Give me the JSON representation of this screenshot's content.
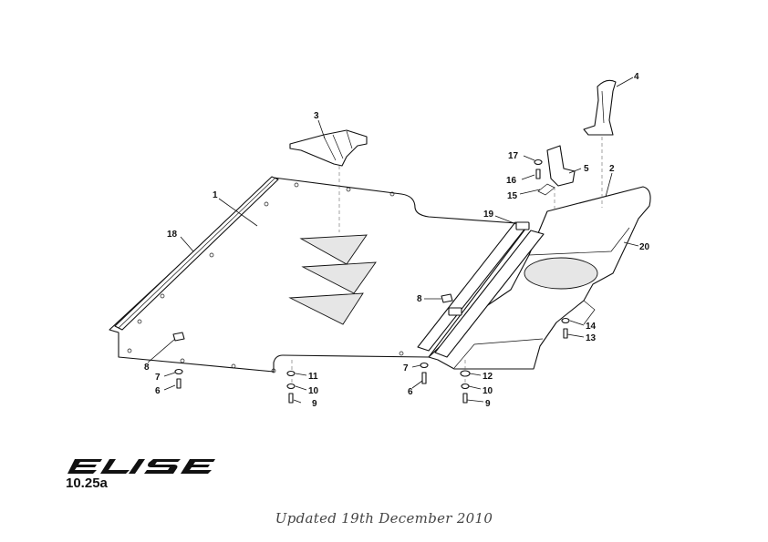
{
  "brand": {
    "logo_text": "ELISE"
  },
  "page_ref": "10.25a",
  "update_note": "Updated 19th December 2010",
  "callouts": {
    "c1": "1",
    "c2": "2",
    "c3": "3",
    "c4": "4",
    "c5": "5",
    "c6a": "6",
    "c6b": "6",
    "c7a": "7",
    "c7b": "7",
    "c8a": "8",
    "c8b": "8",
    "c9a": "9",
    "c9b": "9",
    "c10a": "10",
    "c10b": "10",
    "c11": "11",
    "c12": "12",
    "c13": "13",
    "c14": "14",
    "c15": "15",
    "c16": "16",
    "c17": "17",
    "c18": "18",
    "c19": "19",
    "c20": "20"
  }
}
